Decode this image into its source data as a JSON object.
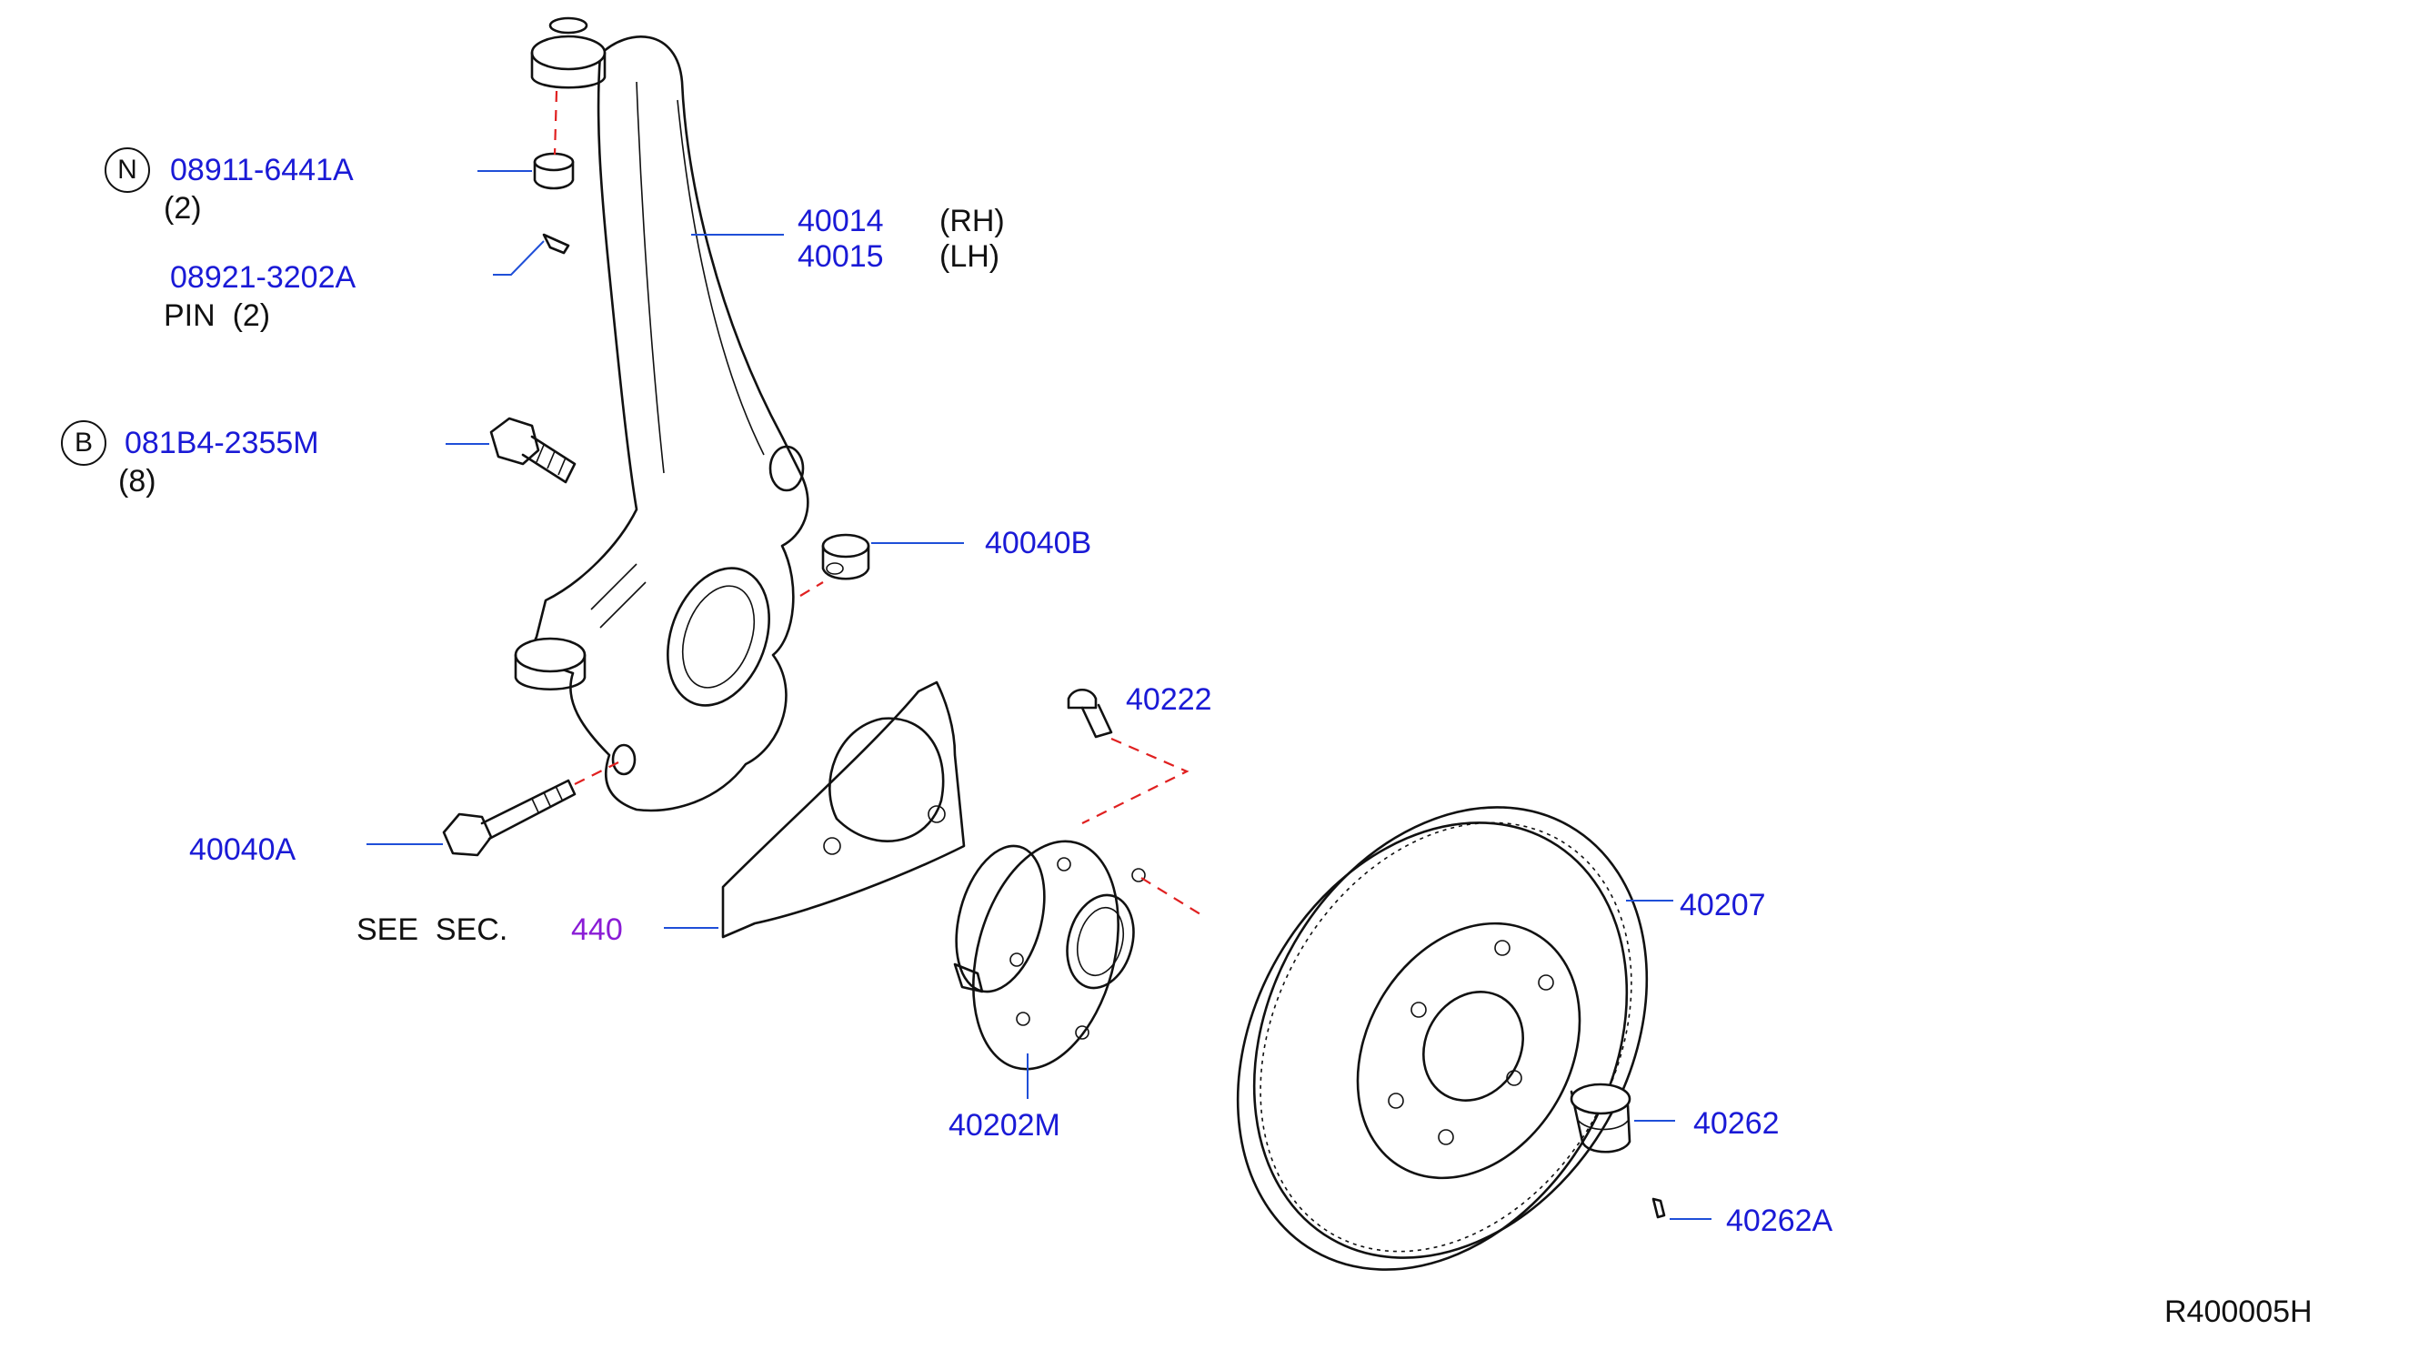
{
  "diagram_ref": "R400005H",
  "see_section": {
    "prefix": "SEE  SEC.",
    "number": "440"
  },
  "callouts": [
    {
      "id": "n_nut",
      "badge": "N",
      "part_no": "08911-6441A",
      "qty": "(2)"
    },
    {
      "id": "cotter_pin",
      "part_no": "08921-3202A",
      "desc": "PIN  (2)"
    },
    {
      "id": "b_bolt",
      "badge": "B",
      "part_no": "081B4-2355M",
      "qty": "(8)"
    },
    {
      "id": "knuckle",
      "part_no_rh": "40014",
      "side_rh": "(RH)",
      "part_no_lh": "40015",
      "side_lh": "(LH)"
    },
    {
      "id": "bushing_b",
      "part_no": "40040B"
    },
    {
      "id": "hub_bolt",
      "part_no": "40222"
    },
    {
      "id": "bolt_a",
      "part_no": "40040A"
    },
    {
      "id": "rotor",
      "part_no": "40207"
    },
    {
      "id": "hub_bearing",
      "part_no": "40202M"
    },
    {
      "id": "hub_cap",
      "part_no": "40262"
    },
    {
      "id": "clip",
      "part_no": "40262A"
    }
  ],
  "colors": {
    "part_number": "#1a1ad6",
    "section_ref": "#8a1cd6",
    "assembly_line": "#e02020",
    "leader": "#1f4fd8"
  }
}
